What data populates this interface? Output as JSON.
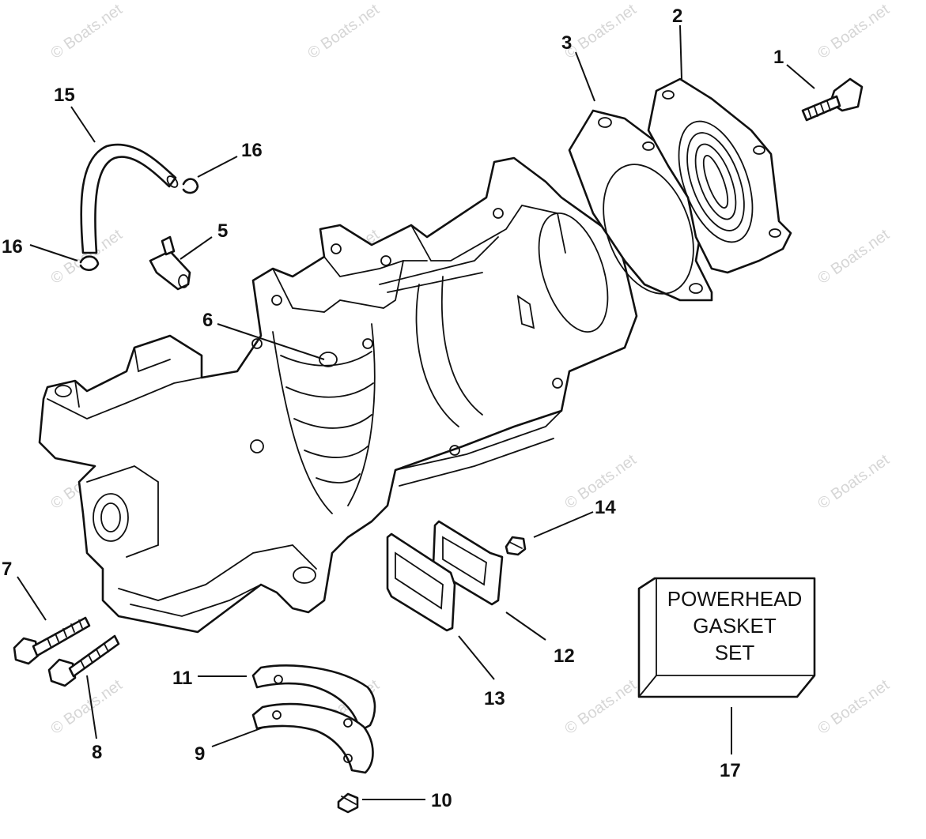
{
  "watermark": "© Boats.net",
  "kit_box": {
    "lines": [
      "POWERHEAD",
      "GASKET",
      "SET"
    ]
  },
  "callouts": [
    {
      "id": "1",
      "label": "1"
    },
    {
      "id": "2",
      "label": "2"
    },
    {
      "id": "3",
      "label": "3"
    },
    {
      "id": "5",
      "label": "5"
    },
    {
      "id": "6",
      "label": "6"
    },
    {
      "id": "7",
      "label": "7"
    },
    {
      "id": "8",
      "label": "8"
    },
    {
      "id": "9",
      "label": "9"
    },
    {
      "id": "10",
      "label": "10"
    },
    {
      "id": "11",
      "label": "11"
    },
    {
      "id": "12",
      "label": "12"
    },
    {
      "id": "13",
      "label": "13"
    },
    {
      "id": "14",
      "label": "14"
    },
    {
      "id": "15",
      "label": "15"
    },
    {
      "id": "16a",
      "label": "16"
    },
    {
      "id": "16b",
      "label": "16"
    },
    {
      "id": "17",
      "label": "17"
    }
  ]
}
